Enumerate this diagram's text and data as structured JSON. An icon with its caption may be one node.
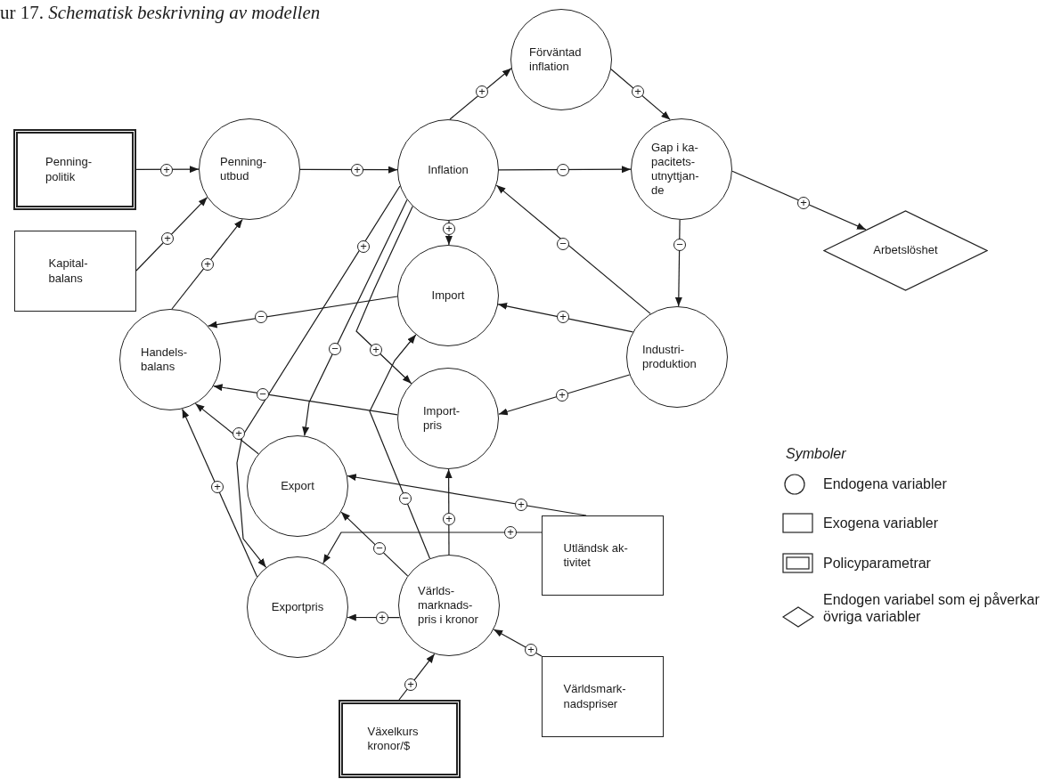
{
  "diagram": {
    "title": "ur 17. *Schematisk beskrivning av modellen*",
    "nodes": [
      {
        "text": [
          "Penning- politik"
        ]
      },
      {
        "text": [
          "Kapital- balans"
        ]
      },
      {
        "text": [
          "Penning- utbud"
        ]
      },
      {
        "text": [
          "Förväntad inflation"
        ]
      },
      {
        "text": [
          "Inflation"
        ]
      },
      {
        "text": [
          "Gap i ka- pacitets- utnyttjan- de"
        ]
      },
      {
        "text": [
          "Arbetslöshet"
        ]
      },
      {
        "text": [
          "Handels- balans"
        ]
      },
      {
        "text": [
          "Import"
        ]
      },
      {
        "text": [
          "Industri- produktion"
        ]
      },
      {
        "text": [
          "Import- pris"
        ]
      },
      {
        "text": [
          "Export"
        ]
      },
      {
        "text": [
          "Exportpris"
        ]
      },
      {
        "text": [
          "Världs- marknads- pris i kronor"
        ]
      },
      {
        "text": [
          "Utländsk ak- tivitet"
        ]
      },
      {
        "text": [
          "Världsmark- nadspriser"
        ]
      },
      {
        "text": [
          "Växelkurs kronor/$"
        ]
      }
    ],
    "edges": [
      {
        "from": 0,
        "to": 2,
        "arrow": "to",
        "label": "+"
      },
      {
        "from": 1,
        "to": 2,
        "arrow": "to",
        "label": "+"
      },
      {
        "from": 7,
        "to": 2,
        "arrow": "to",
        "label": "+"
      },
      {
        "from": 2,
        "to": 4,
        "arrow": "to",
        "label": "+"
      },
      {
        "from": 4,
        "to": 3,
        "arrow": "to",
        "label": "+"
      },
      {
        "from": 3,
        "to": 5,
        "arrow": "to",
        "label": "+"
      },
      {
        "from": 4,
        "to": 5,
        "arrow": "to",
        "label": "−"
      },
      {
        "from": 5,
        "to": 6,
        "arrow": "to",
        "label": "+"
      },
      {
        "from": 5,
        "to": 9,
        "arrow": "to",
        "label": "−"
      },
      {
        "from": 9,
        "to": 4,
        "arrow": "to",
        "label": "−"
      },
      {
        "from": 4,
        "to": 8,
        "arrow": "to",
        "label": "+"
      },
      {
        "from": 9,
        "to": 8,
        "arrow": "to",
        "label": "+"
      },
      {
        "from": 9,
        "to": 10,
        "arrow": "to",
        "label": "+"
      },
      {
        "from": 8,
        "to": 7,
        "arrow": "to",
        "label": "−"
      },
      {
        "from": 10,
        "to": 7,
        "arrow": "to",
        "label": "−"
      },
      {
        "from": 11,
        "to": 7,
        "arrow": "to",
        "label": "+"
      },
      {
        "from": 12,
        "to": 7,
        "arrow": "to",
        "label": "+"
      },
      {
        "from": 4,
        "to": 12,
        "arrow": "to",
        "label": "+"
      },
      {
        "from": 4,
        "to": 11,
        "arrow": "to",
        "label": "−"
      },
      {
        "from": 4,
        "to": 10,
        "arrow": "to",
        "label": "+"
      },
      {
        "from": 13,
        "to": 8,
        "arrow": "to",
        "label": "−"
      },
      {
        "from": 13,
        "to": 10,
        "arrow": "to",
        "label": "+"
      },
      {
        "from": 13,
        "to": 11,
        "arrow": "to",
        "label": "−"
      },
      {
        "from": 13,
        "to": 12,
        "arrow": "to",
        "label": "+"
      },
      {
        "from": 14,
        "to": 11,
        "arrow": "to",
        "label": "+"
      },
      {
        "from": 14,
        "to": 12,
        "arrow": "to",
        "label": "+"
      },
      {
        "from": 15,
        "to": 13,
        "arrow": "to",
        "label": "+"
      },
      {
        "from": 16,
        "to": 13,
        "arrow": "to",
        "label": "+"
      }
    ],
    "labels": [
      "Symboler"
    ],
    "legend": [
      {
        "text": "Endogena variabler"
      },
      {
        "text": "Exogena variabler"
      },
      {
        "text": "Policyparametrar"
      },
      {
        "text": "Endogen variabel som ej påverkar övriga variabler"
      }
    ]
  }
}
